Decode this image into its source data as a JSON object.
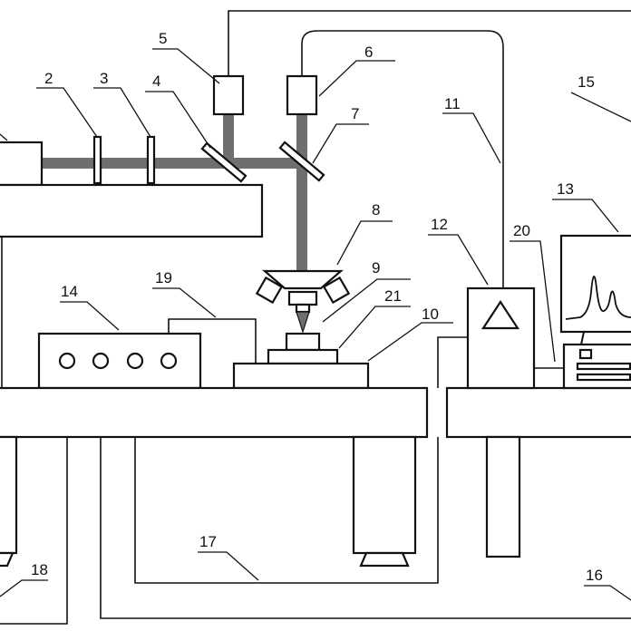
{
  "labels": {
    "l2": "2",
    "l3": "3",
    "l4": "4",
    "l5": "5",
    "l6": "6",
    "l7": "7",
    "l8": "8",
    "l9": "9",
    "l10": "10",
    "l11": "11",
    "l12": "12",
    "l13": "13",
    "l14": "14",
    "l15": "15",
    "l16": "16",
    "l17": "17",
    "l18": "18",
    "l19": "19",
    "l20": "20",
    "l21": "21"
  },
  "colors": {
    "outline": "#111111",
    "beam": "#6f6f6f",
    "background": "#ffffff"
  }
}
